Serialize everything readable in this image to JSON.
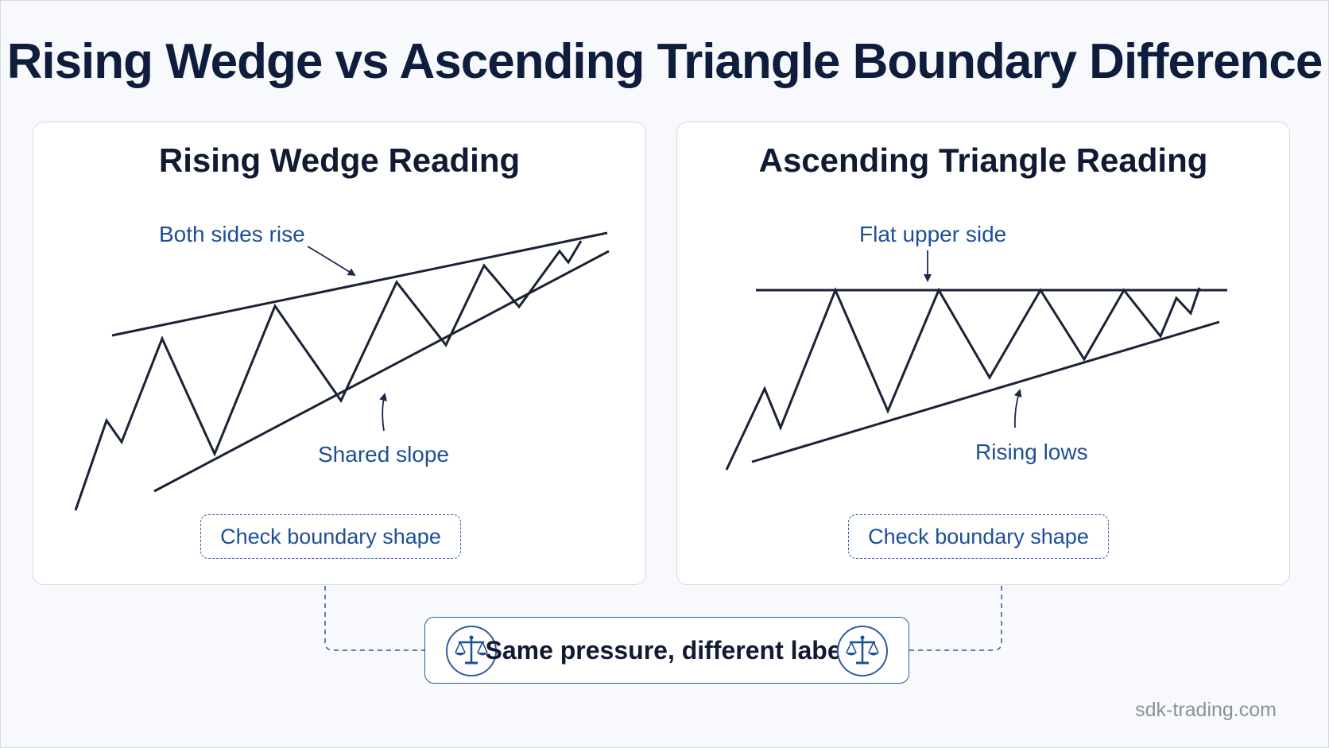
{
  "title": "Rising Wedge vs Ascending Triangle Boundary Difference",
  "left_panel": {
    "title": "Rising Wedge Reading",
    "upper_label": "Both sides rise",
    "lower_label": "Shared slope",
    "check_label": "Check boundary shape"
  },
  "right_panel": {
    "title": "Ascending Triangle Reading",
    "upper_label": "Flat upper side",
    "lower_label": "Rising lows",
    "check_label": "Check boundary shape"
  },
  "summary": {
    "text": "Same pressure, different label",
    "icon": "balance-scale-icon"
  },
  "watermark": "sdk-trading.com",
  "colors": {
    "title": "#0f1d3d",
    "accent_blue": "#1e4f96",
    "line": "#1a2236",
    "panel_border": "#d5d9e1"
  }
}
